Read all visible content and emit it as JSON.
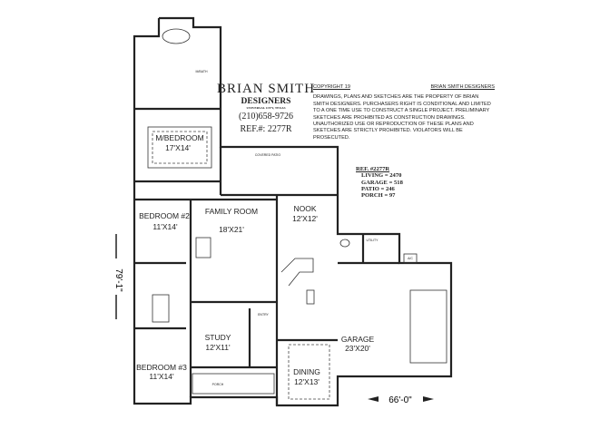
{
  "title_block": {
    "company_name": "BRIAN SMITH",
    "company_sub": "DESIGNERS",
    "location": "UNIVERSAL CITY, TEXAS",
    "phone": "(210)658-9726",
    "ref": "REF.#:  2277R"
  },
  "legal": {
    "copyright": "COPYRIGHT 19",
    "owner": "BRIAN SMITH DESIGNERS",
    "notice": "DRAWINGS, PLANS AND SKETCHES ARE THE PROPERTY OF BRIAN SMITH DESIGNERS. PURCHASERS RIGHT IS CONDITIONAL AND LIMITED TO A ONE TIME USE TO CONSTRUCT A SINGLE PROJECT. PRELIMINARY SKETCHES ARE PROHIBITED AS CONSTRUCTION DRAWINGS. UNAUTHORIZED USE OR REPRODUCTION OF THESE PLANS AND SKETCHES ARE STRICTLY PROHIBITED. VIOLATORS WILL BE PROSECUTED."
  },
  "stats": {
    "heading": "REF. #2277R",
    "rows": [
      "LIVING = 2470",
      "GARAGE = 518",
      "PATIO = 246",
      "PORCH = 97"
    ]
  },
  "rooms": {
    "mbath": "M/BATH",
    "mbed_name": "M/BEDROOM",
    "mbed_size": "17'X14'",
    "patio": "COVERED PATIO",
    "bed2_name": "BEDROOM #2",
    "bed2_size": "11'X14'",
    "family_name": "FAMILY ROOM",
    "family_size": "18'X21'",
    "nook_name": "NOOK",
    "nook_size": "12'X12'",
    "utility": "UTILITY",
    "ac": "A/C",
    "study_name": "STUDY",
    "study_size": "12'X11'",
    "entry": "ENTRY",
    "bed3_name": "BEDROOM #3",
    "bed3_size": "11'X14'",
    "porch": "PORCH",
    "dining_name": "DINING",
    "dining_size": "12'X13'",
    "garage_name": "GARAGE",
    "garage_size": "23'X20'"
  },
  "dimensions": {
    "depth": "79'-1\"",
    "width": "66'-0\""
  }
}
